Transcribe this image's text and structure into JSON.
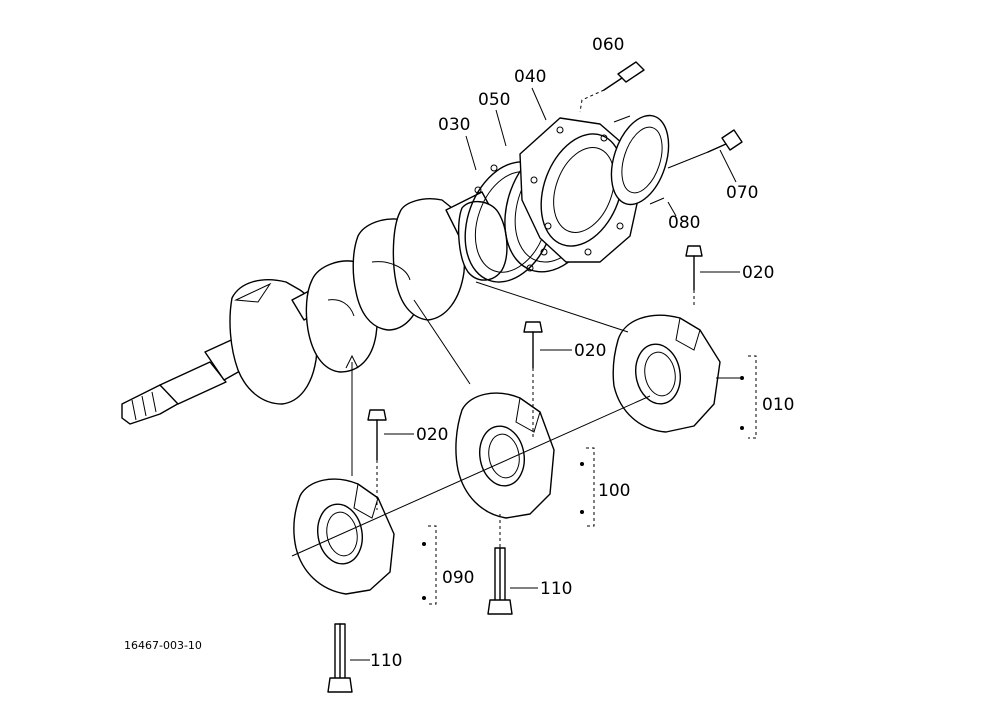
{
  "diagram": {
    "figure_id": "16467-003-10",
    "callouts": [
      {
        "id": "060",
        "label": "060"
      },
      {
        "id": "040",
        "label": "040"
      },
      {
        "id": "050",
        "label": "050"
      },
      {
        "id": "030",
        "label": "030"
      },
      {
        "id": "070",
        "label": "070"
      },
      {
        "id": "080",
        "label": "080"
      },
      {
        "id": "020a",
        "label": "020"
      },
      {
        "id": "020b",
        "label": "020"
      },
      {
        "id": "020c",
        "label": "020"
      },
      {
        "id": "010",
        "label": "010"
      },
      {
        "id": "100",
        "label": "100"
      },
      {
        "id": "090",
        "label": "090"
      },
      {
        "id": "110a",
        "label": "110"
      },
      {
        "id": "110b",
        "label": "110"
      }
    ]
  }
}
